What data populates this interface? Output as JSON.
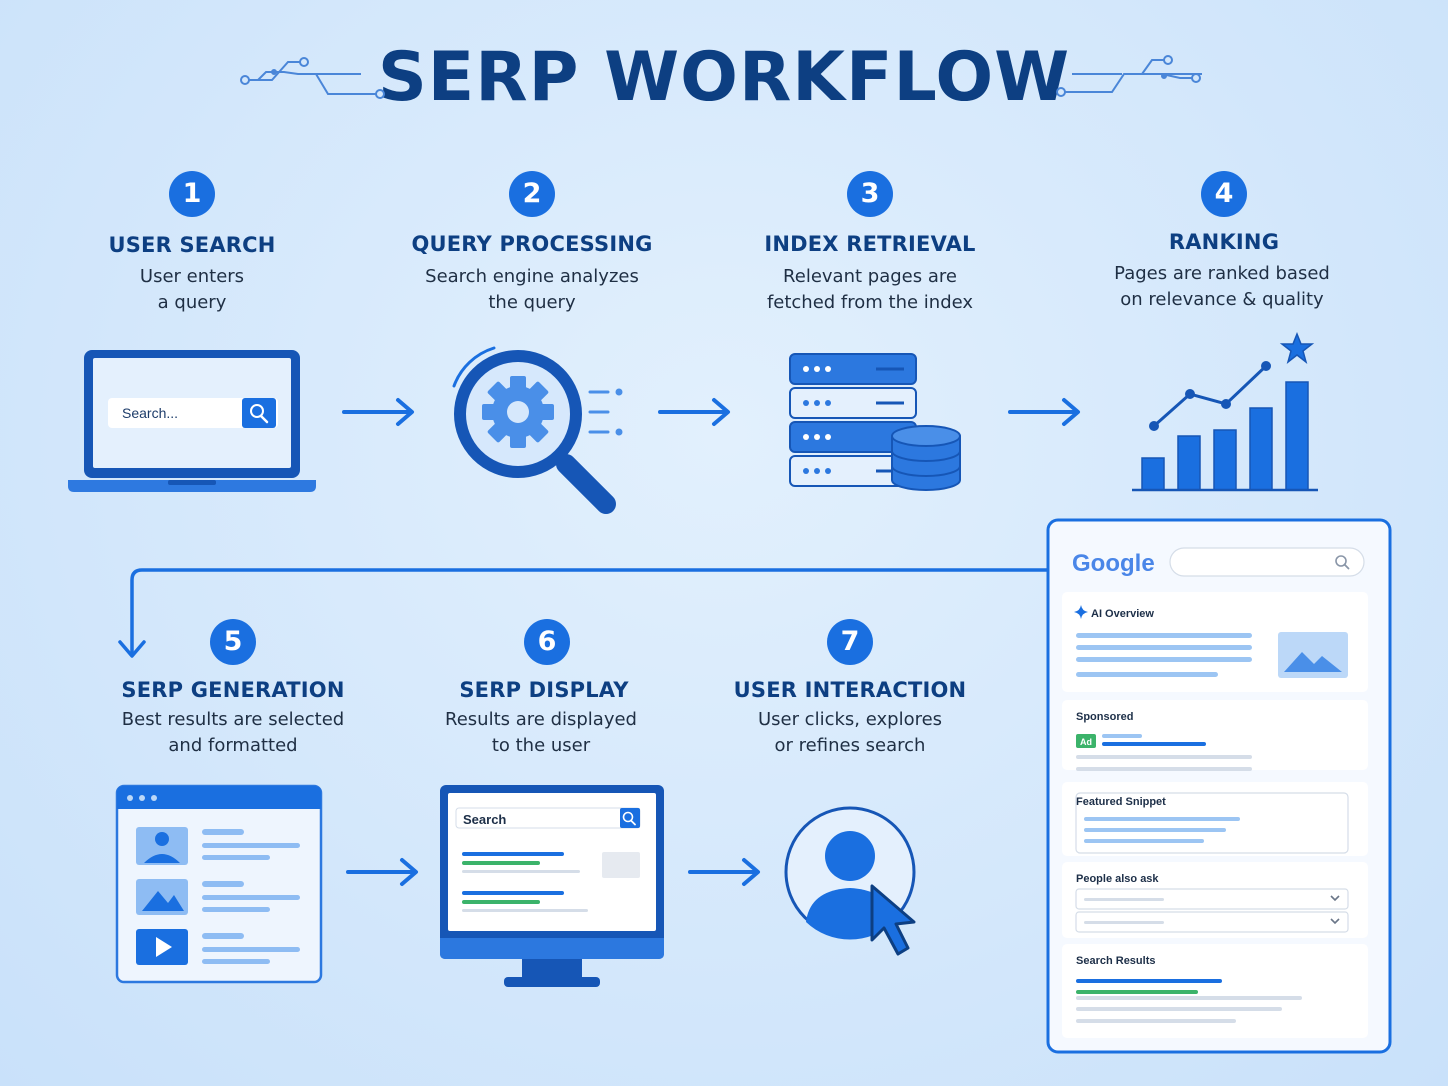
{
  "title": "SERP WORKFLOW",
  "steps": [
    {
      "num": "1",
      "title": "USER SEARCH",
      "desc1": "User enters",
      "desc2": "a query"
    },
    {
      "num": "2",
      "title": "QUERY PROCESSING",
      "desc1": "Search engine analyzes",
      "desc2": "the query"
    },
    {
      "num": "3",
      "title": "INDEX RETRIEVAL",
      "desc1": "Relevant pages are",
      "desc2": "fetched from the index"
    },
    {
      "num": "4",
      "title": "RANKING",
      "desc1": "Pages are ranked based",
      "desc2": "on relevance & quality"
    },
    {
      "num": "5",
      "title": "SERP GENERATION",
      "desc1": "Best results are selected",
      "desc2": "and formatted"
    },
    {
      "num": "6",
      "title": "SERP DISPLAY",
      "desc1": "Results are displayed",
      "desc2": "to the user"
    },
    {
      "num": "7",
      "title": "USER INTERACTION",
      "desc1": "User clicks, explores",
      "desc2": "or refines search"
    }
  ],
  "laptop": {
    "search_placeholder": "Search..."
  },
  "monitor": {
    "search_label": "Search"
  },
  "serp_panel": {
    "logo": "Google",
    "ai_overview": "AI Overview",
    "sponsored": "Sponsored",
    "ad_badge": "Ad",
    "featured_snippet": "Featured Snippet",
    "people_also_ask": "People also ask",
    "search_results": "Search Results"
  },
  "colors": {
    "primary": "#1a6fe0",
    "dark": "#0d3f82",
    "light": "#9cc5f3",
    "green": "#3bb36a"
  }
}
